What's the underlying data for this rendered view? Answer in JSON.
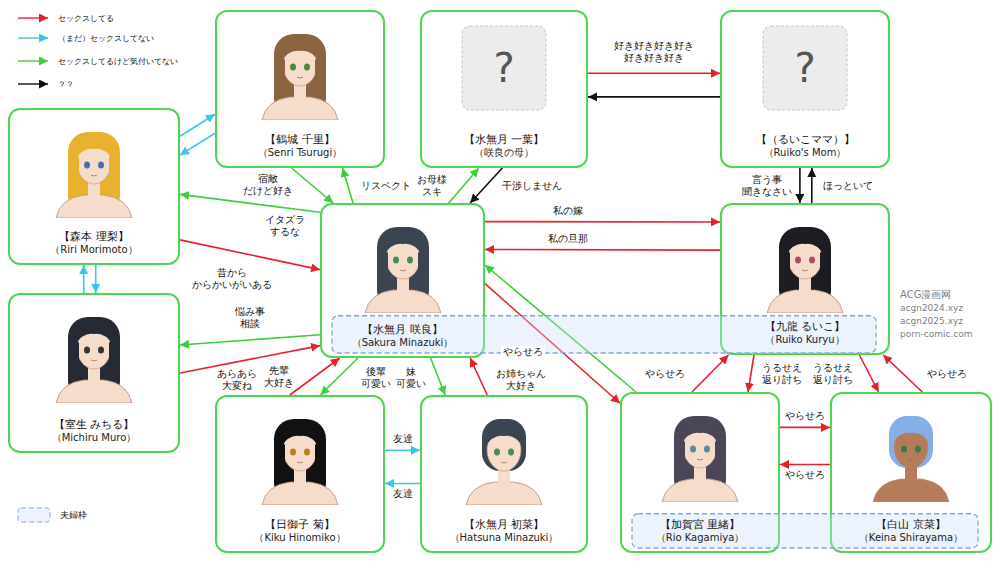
{
  "diagram": {
    "nodes": [
      {
        "text": [
          "【鶴城 千里】",
          "（Senri Tsurugi）"
        ]
      },
      {
        "text": [
          "?",
          "【水無月 一葉】",
          "（咲良の母）"
        ]
      },
      {
        "text": [
          "?",
          "【（るいこママ）】",
          "（Ruiko's Mom）"
        ]
      },
      {
        "text": [
          "【森本 理梨】",
          "（Riri Morimoto）"
        ]
      },
      {
        "text": [
          "【水無月 咲良】",
          "（Sakura Minazuki）"
        ]
      },
      {
        "text": [
          "【九龍 るいこ】",
          "（Ruiko Kuryu）"
        ]
      },
      {
        "text": [
          "【室生 みちる】",
          "（Michiru Muro）"
        ]
      },
      {
        "text": [
          "【日御子 菊】",
          "（Kiku Hinomiko）"
        ]
      },
      {
        "text": [
          "【水無月 初菜】",
          "（Hatsuna Minazuki）"
        ]
      },
      {
        "text": [
          "【加賀宮 里緒】",
          "（Rio Kagamiya）"
        ]
      },
      {
        "text": [
          "【白山 京菜】",
          "（Keina Shirayama）"
        ]
      }
    ],
    "edges": [
      {
        "from": 3,
        "to": 0,
        "arrow": "to"
      },
      {
        "from": 0,
        "to": 3,
        "arrow": "to"
      },
      {
        "from": 3,
        "to": 6,
        "arrow": "to"
      },
      {
        "from": 6,
        "to": 3,
        "arrow": "to"
      },
      {
        "from": 1,
        "to": 2,
        "label": "好き好き好き好き 好き好き好き",
        "arrow": "to"
      },
      {
        "from": 2,
        "to": 1,
        "arrow": "to"
      },
      {
        "from": 2,
        "to": 5,
        "label": "言う事 聞きなさい",
        "arrow": "to"
      },
      {
        "from": 5,
        "to": 2,
        "label": "ほっといて",
        "arrow": "to"
      },
      {
        "from": 0,
        "to": 4,
        "label": "宿敵 だけど好き",
        "arrow": "to"
      },
      {
        "from": 4,
        "to": 0,
        "label": "リスペクト",
        "arrow": "to"
      },
      {
        "from": 4,
        "to": 1,
        "label": "お母様 スキ",
        "arrow": "to"
      },
      {
        "from": 1,
        "to": 4,
        "label": "干渉しません",
        "arrow": "to"
      },
      {
        "from": 4,
        "to": 5,
        "label": "私の嫁",
        "arrow": "to"
      },
      {
        "from": 5,
        "to": 4,
        "label": "私の旦那",
        "arrow": "to"
      },
      {
        "from": 4,
        "to": 3,
        "label": "イタズラ するな",
        "arrow": "to"
      },
      {
        "from": 3,
        "to": 4,
        "label": "昔から からかいがいある",
        "arrow": "to"
      },
      {
        "from": 4,
        "to": 6,
        "label": "悩み事 相談",
        "arrow": "to"
      },
      {
        "from": 6,
        "to": 4,
        "label": "あらあら 大変ね",
        "arrow": "to"
      },
      {
        "from": 7,
        "to": 4,
        "label": "先輩 大好き",
        "arrow": "to"
      },
      {
        "from": 4,
        "to": 7,
        "label": "後輩 可愛い",
        "arrow": "to"
      },
      {
        "from": 4,
        "to": 8,
        "label": "妹 可愛い",
        "arrow": "to"
      },
      {
        "from": 8,
        "to": 4,
        "label": "お姉ちゃん 大好き",
        "arrow": "to"
      },
      {
        "from": 7,
        "to": 8,
        "label": "友達",
        "arrow": "to"
      },
      {
        "from": 8,
        "to": 7,
        "label": "友達",
        "arrow": "to"
      },
      {
        "from": 9,
        "to": 4,
        "label": "やらせろ",
        "arrow": "to"
      },
      {
        "from": 4,
        "to": 9,
        "arrow": "to"
      },
      {
        "from": 9,
        "to": 5,
        "label": "やらせろ",
        "arrow": "to"
      },
      {
        "from": 5,
        "to": 9,
        "label": "うるせえ 返り討ち",
        "arrow": "to"
      },
      {
        "from": 10,
        "to": 5,
        "label": "やらせろ",
        "arrow": "to"
      },
      {
        "from": 5,
        "to": 10,
        "label": "うるせえ 返り討ち",
        "arrow": "to"
      },
      {
        "from": 9,
        "to": 10,
        "label": "やらせろ",
        "arrow": "to"
      },
      {
        "from": 10,
        "to": 9,
        "label": "やらせろ",
        "arrow": "to"
      }
    ],
    "labels": [
      "ACG漫画网",
      "acgn2024.xyz",
      "acgn2025.xyz",
      "porn-comic.com"
    ],
    "legend": [
      {
        "text": "セックスしてる"
      },
      {
        "text": "（まだ）セックスしてない"
      },
      {
        "text": "セックスしてるけど気付いてない"
      },
      {
        "text": "？？"
      },
      {
        "text": "夫婦枠"
      }
    ]
  }
}
